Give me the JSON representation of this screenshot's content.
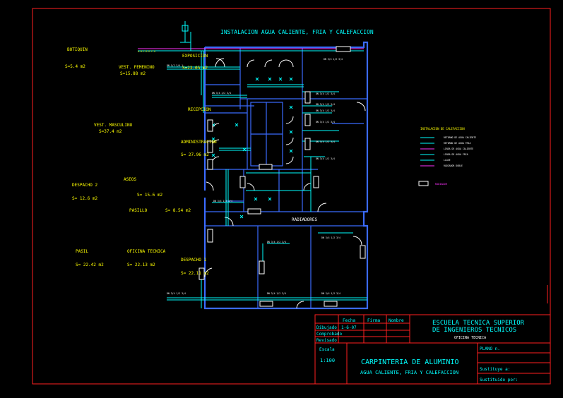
{
  "drawing_title": "INSTALACION AGUA CALIENTE, FRIA Y CALEFACCION",
  "rooms": {
    "botiquin": {
      "name": "BOTIQUIN",
      "area": "S=5.4 m2"
    },
    "vest_femenino": {
      "name": "VEST. FEMENINO",
      "area": "S=15.88 m2"
    },
    "exposicion": {
      "name": "EXPOSICION",
      "area": "S=23.05 m2"
    },
    "recepcion": {
      "name": "RECEPCION"
    },
    "vest_masculino": {
      "name": "VEST. MASCULINO",
      "area": "S=37.4 m2"
    },
    "administracion": {
      "name": "ADMINISTRACION",
      "area": "S= 27.96 m2"
    },
    "despacho2": {
      "name": "DESPACHO 2",
      "area": "S= 12.6 m2"
    },
    "aseos": {
      "name": "ASEOS",
      "area": "S= 15.6 m2"
    },
    "pasillo": {
      "name": "PASILLO",
      "area": "S= 8.54 m2"
    },
    "pasil": {
      "name": "PASIL",
      "area": "S= 22.42 m2"
    },
    "oficina_tecnica": {
      "name": "OFICINA TECNICA",
      "area": "S= 22.13 m2"
    },
    "despacho1": {
      "name": "DESPACHO 1",
      "area": "S= 22.11 m2"
    },
    "radiadores": {
      "name": "RADIADORES"
    }
  },
  "legend": {
    "title": "INSTALACION DE CALEFACCION",
    "items": [
      {
        "label": "RETORNO DE AGUA CALIENTE",
        "color": "#00ffff"
      },
      {
        "label": "RETORNO DE AGUA FRIA",
        "color": "#00ffff"
      },
      {
        "label": "LINEA DE AGUA CALIENTE",
        "color": "#ff33ff"
      },
      {
        "label": "LINEA DE AGUA FRIA",
        "color": "#00ffff"
      },
      {
        "label": "LLAVE",
        "color": "#00ffff"
      },
      {
        "label": "RADIADOR DOBLE",
        "color": "#ff33ff"
      }
    ],
    "radiator_label": "RADIADOR"
  },
  "title_block": {
    "col_fecha": "Fecha",
    "col_firma": "Firma",
    "col_nombre": "Nombre",
    "row_dibujado": "Dibujado",
    "row_comprobado": "Comprobado",
    "row_revisado": "Revisado",
    "fecha_value": "1-6-07",
    "school_line1": "ESCUELA TECNICA SUPERIOR",
    "school_line2": "DE INGENIEROS TECNICOS",
    "office": "OFICINA TECNICA",
    "escala_label": "Escala",
    "escala_value": "1:100",
    "project_title": "CARPINTERIA DE ALUMINIO",
    "project_subtitle": "AGUA CALIENTE, FRIA Y CALEFACCION",
    "plano_label": "PLANO n.",
    "sustituye_a": "Sustituye a:",
    "sustituido_por": "Sustituido por:"
  },
  "colors": {
    "background": "#000000",
    "frame": "#ff2020",
    "walls": "#3b6bff",
    "cold_pipe": "#00ffff",
    "hot_pipe": "#ff33ff",
    "labels": "#ffff00"
  }
}
